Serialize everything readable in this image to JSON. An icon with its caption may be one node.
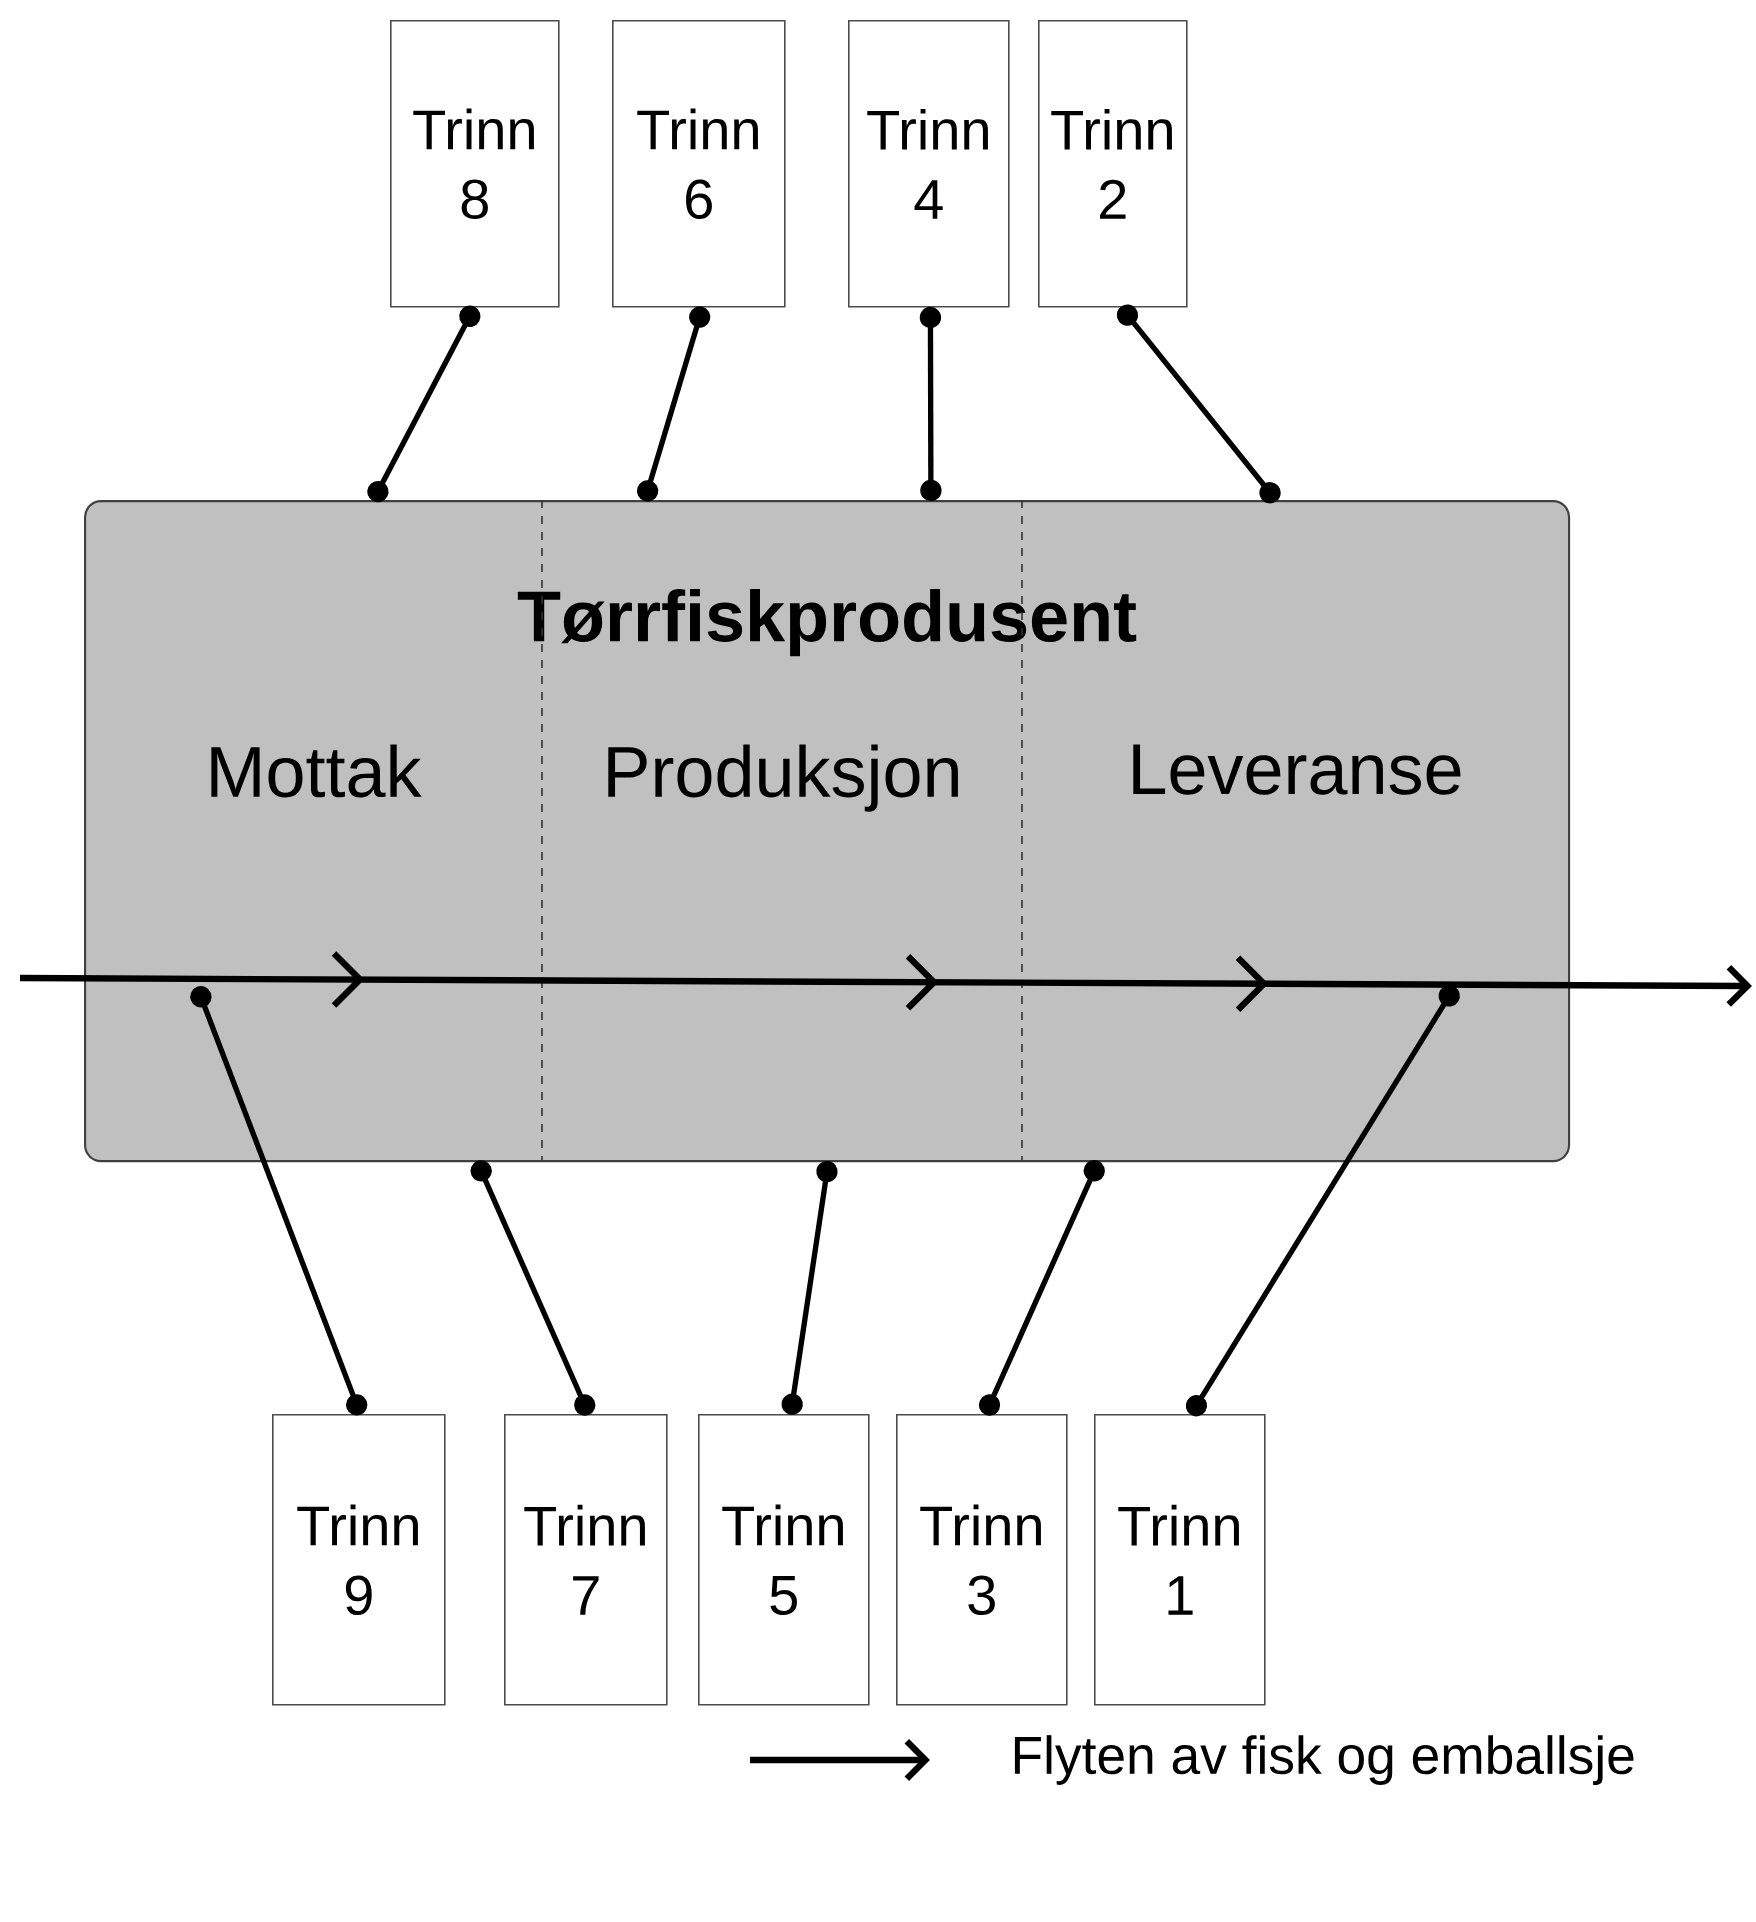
{
  "diagram": {
    "nodes": [
      {
        "text": [
          "Tørrfiskprodusent"
        ]
      },
      {
        "text": [
          "Mottak"
        ],
        "in": 0
      },
      {
        "text": [
          "Produksjon"
        ],
        "in": 0
      },
      {
        "text": [
          "Leveranse"
        ],
        "in": 0
      },
      {
        "text": [
          "Trinn 8"
        ]
      },
      {
        "text": [
          "Trinn 6"
        ]
      },
      {
        "text": [
          "Trinn 4"
        ]
      },
      {
        "text": [
          "Trinn 2"
        ]
      },
      {
        "text": [
          "Trinn 9"
        ]
      },
      {
        "text": [
          "Trinn 7"
        ]
      },
      {
        "text": [
          "Trinn 5"
        ]
      },
      {
        "text": [
          "Trinn 3"
        ]
      },
      {
        "text": [
          "Trinn 1"
        ]
      }
    ],
    "edges": [
      {
        "from": 4,
        "to": 0,
        "arrow": "other"
      },
      {
        "from": 5,
        "to": 0,
        "arrow": "other"
      },
      {
        "from": 6,
        "to": 0,
        "arrow": "other"
      },
      {
        "from": 7,
        "to": 0,
        "arrow": "other"
      },
      {
        "from": 8,
        "to": 0,
        "arrow": "other"
      },
      {
        "from": 9,
        "to": 0,
        "arrow": "other"
      },
      {
        "from": 10,
        "to": 0,
        "arrow": "other"
      },
      {
        "from": 11,
        "to": 0,
        "arrow": "other"
      },
      {
        "from": 12,
        "to": 0,
        "arrow": "other"
      }
    ],
    "legend": [
      {
        "text": "Flyten av fisk og emballsje"
      }
    ]
  }
}
